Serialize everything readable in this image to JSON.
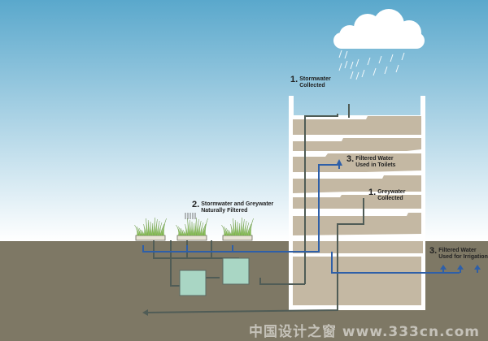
{
  "colors": {
    "sky_top": "#5aa8cc",
    "sky_bottom": "#ffffff",
    "ground": "#7e7865",
    "floor_tan": "#c4b8a3",
    "building_shell": "#ffffff",
    "blue_pipe": "#2e5fa8",
    "gray_pipe": "#505c56",
    "tank": "#a9d6c4",
    "grass": "#8dc25c"
  },
  "labels": {
    "stormwater_collected": {
      "num": "1.",
      "line1": "Stormwater",
      "line2": "Collected"
    },
    "filtered_toilets": {
      "num": "3.",
      "line1": "Filtered Water",
      "line2": "Used in Toilets"
    },
    "greywater_collected": {
      "num": "1.",
      "line1": "Greywater",
      "line2": "Collected"
    },
    "natural_filter": {
      "num": "2.",
      "line1": "Stormwater and Greywater",
      "line2": "Naturally Filtered"
    },
    "irrigation": {
      "num": "3.",
      "line1": "Filtered Water",
      "line2": "Used for Irrigation"
    }
  },
  "watermark": {
    "text": "中国设计之窗  www.333cn.com"
  }
}
